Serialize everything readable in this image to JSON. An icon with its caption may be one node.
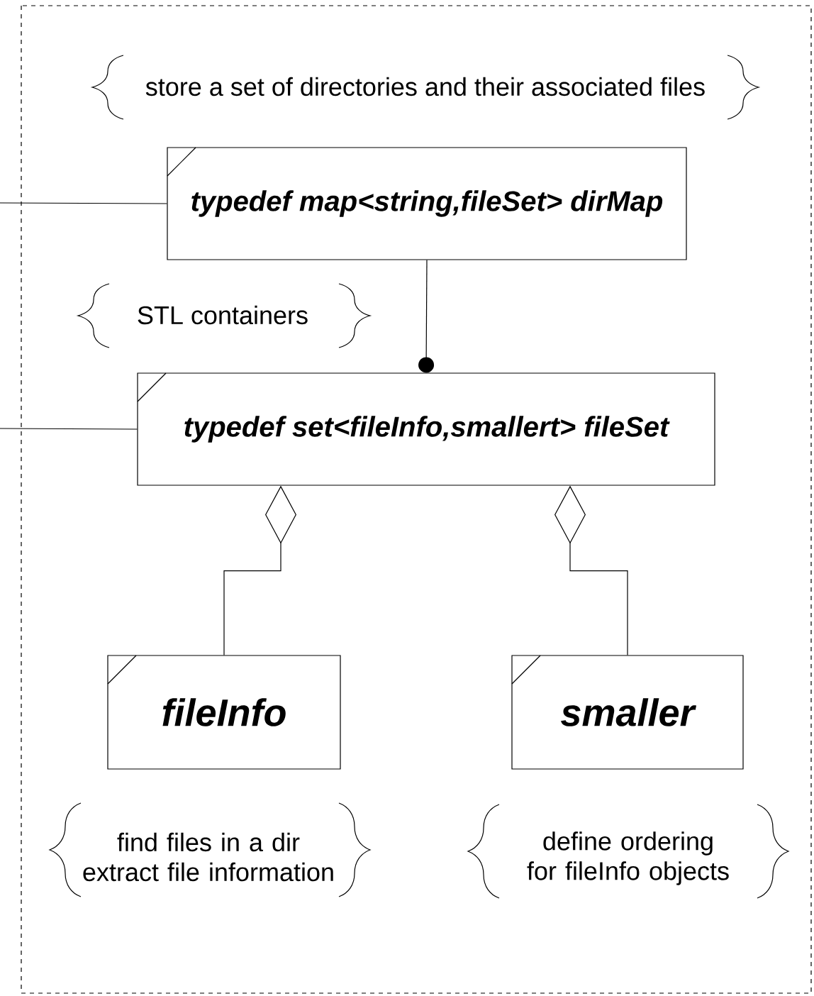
{
  "diagram": {
    "nodes": [
      {
        "text": [
          "typedef map<string,fileSet> dirMap"
        ]
      },
      {
        "text": [
          "typedef set<fileInfo,smallert> fileSet"
        ]
      },
      {
        "text": [
          "fileInfo"
        ]
      },
      {
        "text": [
          "smaller"
        ]
      }
    ],
    "edges": [
      {
        "from": null,
        "to": 0,
        "arrow": "none"
      },
      {
        "from": null,
        "to": 1,
        "arrow": "none"
      },
      {
        "from": 0,
        "to": 1,
        "arrow": "other"
      },
      {
        "from": 1,
        "to": 2,
        "arrow": "other"
      },
      {
        "from": 1,
        "to": 3,
        "arrow": "other"
      }
    ],
    "labels": [
      "store a set of directories and their associated files",
      "STL containers",
      "find files in a dir extract file information",
      "define ordering for fileInfo objects"
    ]
  }
}
